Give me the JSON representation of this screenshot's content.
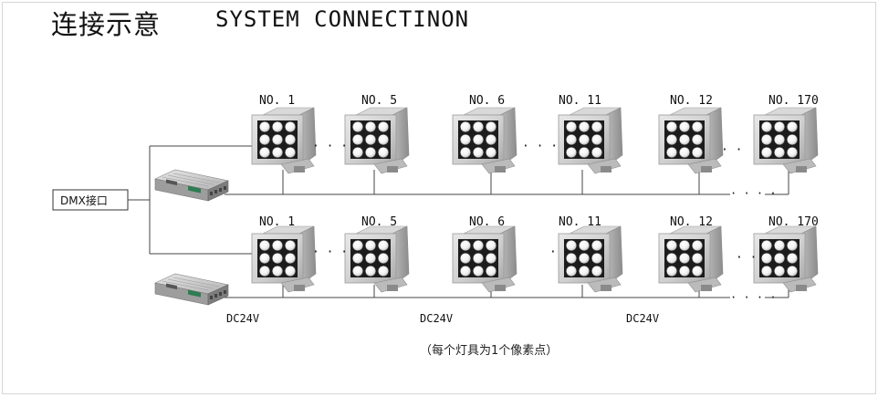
{
  "header": {
    "title_zh": "连接示意",
    "title_en": "SYSTEM CONNECTINON"
  },
  "diagram": {
    "controller_label": "DMX接口",
    "rows": [
      {
        "fixture_labels": [
          "NO. 1",
          "NO. 5",
          "NO. 6",
          "NO. 11",
          "NO. 12",
          "NO. 170"
        ],
        "gap_marks": [
          "· · · ·",
          "· · · ·",
          "· ·"
        ],
        "tail_marks": "· · · ·"
      },
      {
        "fixture_labels": [
          "NO. 1",
          "NO. 5",
          "NO. 6",
          "NO. 11",
          "NO. 12",
          "NO. 170"
        ],
        "gap_marks": [
          "· · · ·",
          "·",
          "· ·"
        ],
        "tail_marks": "· · · ·"
      }
    ],
    "power_labels": [
      "DC24V",
      "DC24V",
      "DC24V"
    ],
    "footnote": "（每个灯具为1个像素点）"
  }
}
